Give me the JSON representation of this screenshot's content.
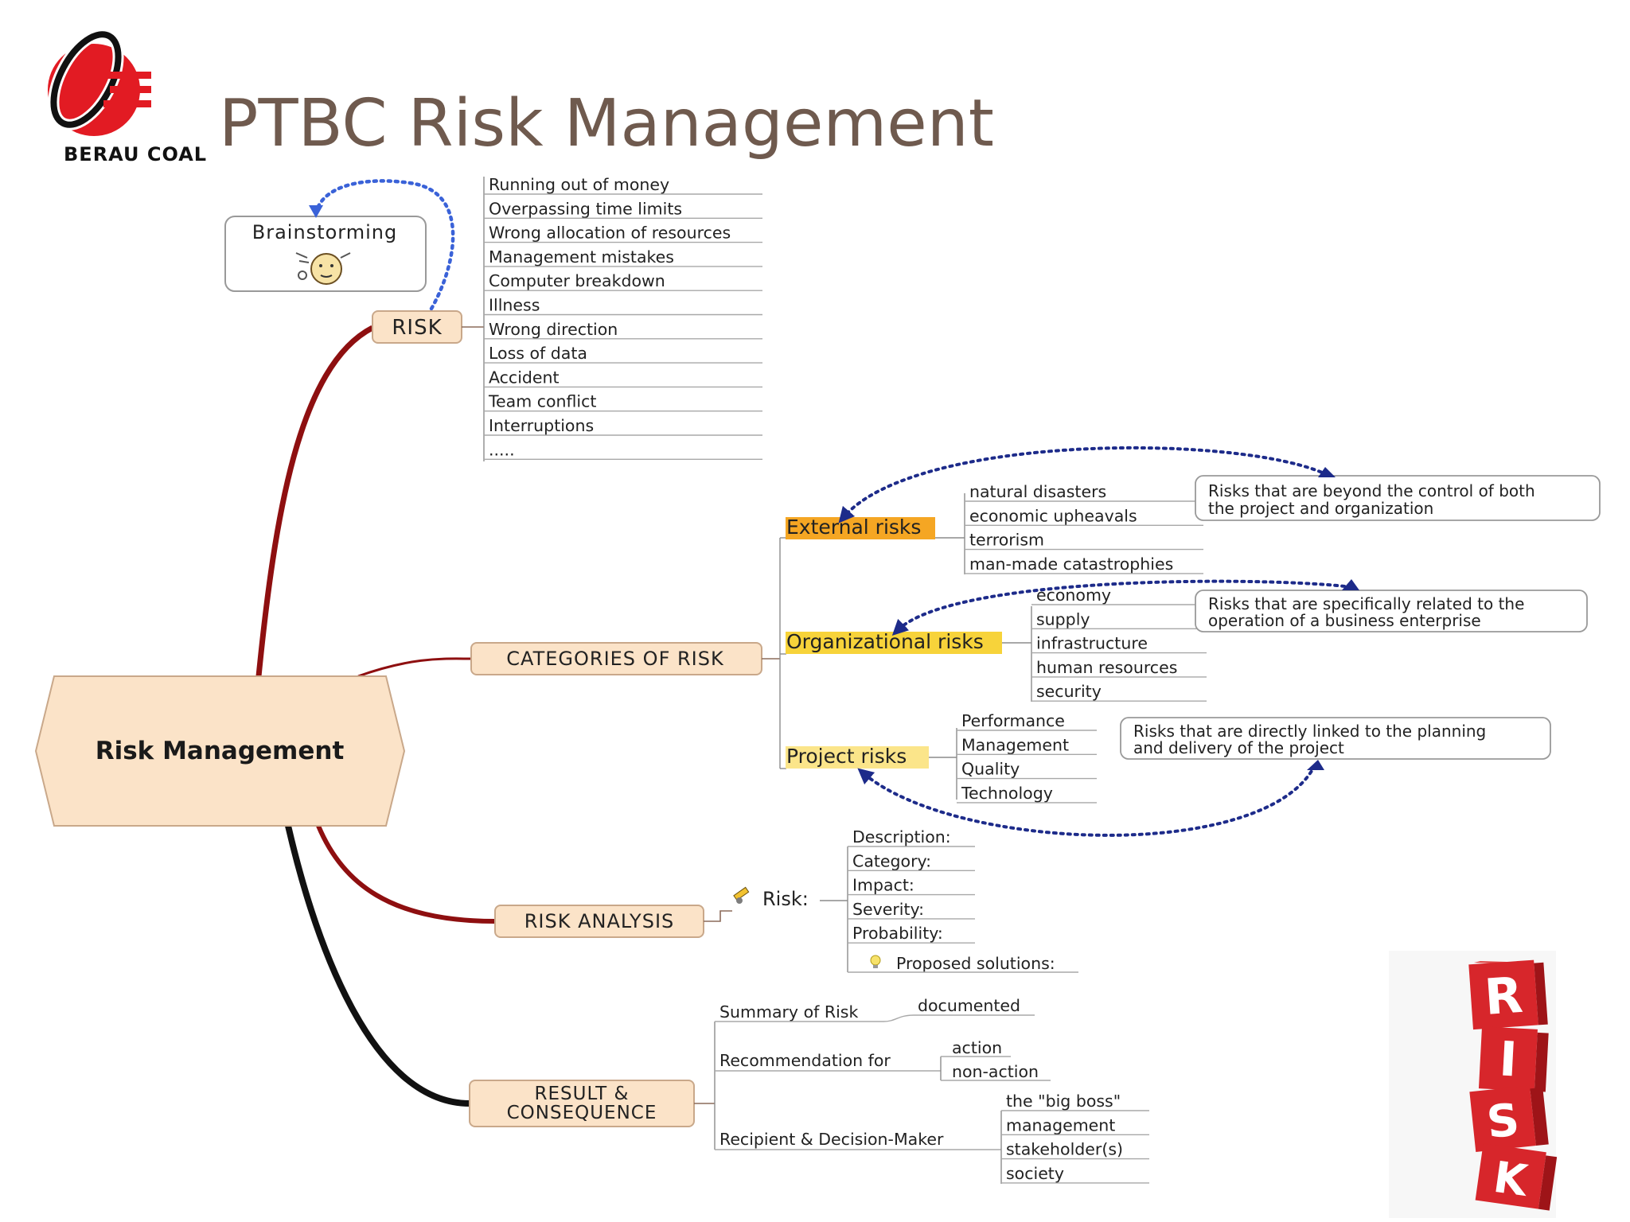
{
  "slide": {
    "title": "PTBC Risk Management",
    "logo_text": "BERAU COAL",
    "colors": {
      "title": "#6f5a4e",
      "logo_red": "#e21b23",
      "branch_dark_red": "#8e0f10",
      "box_fill": "#fbe3c8",
      "external_hl": "#f5a623",
      "organizational_hl": "#f7d33a",
      "project_hl": "#fbe58a"
    }
  },
  "mindmap": {
    "center": "Risk Management",
    "brainstorm": {
      "label": "Brainstorming",
      "icon": "thinking-face-icon"
    },
    "risk": {
      "label": "RISK",
      "items": [
        "Running out of money",
        "Overpassing time limits",
        "Wrong allocation of resources",
        "Management mistakes",
        "Computer breakdown",
        "Illness",
        "Wrong direction",
        "Loss of data",
        "Accident",
        "Team conflict",
        "Interruptions",
        "....."
      ]
    },
    "categories": {
      "label": "CATEGORIES OF RISK",
      "external": {
        "label": "External risks",
        "items": [
          "natural disasters",
          "economic upheavals",
          "terrorism",
          "man-made catastrophies"
        ],
        "note": [
          "Risks that are beyond the control of both",
          "the project and organization"
        ]
      },
      "organizational": {
        "label": "Organizational risks",
        "items": [
          "economy",
          "supply",
          "infrastructure",
          "human resources",
          "security"
        ],
        "note": [
          "Risks that are specifically related to the",
          "operation of a business enterprise"
        ]
      },
      "project": {
        "label": "Project  risks",
        "items": [
          "Performance",
          "Management",
          "Quality",
          "Technology"
        ],
        "note": [
          "Risks that are directly linked to the planning",
          "and delivery of the project"
        ]
      }
    },
    "analysis": {
      "label": "RISK ANALYSIS",
      "risk_label": "Risk:",
      "items": [
        "Description:",
        "Category:",
        "Impact:",
        "Severity:",
        "Probability:"
      ],
      "proposed": "Proposed solutions:"
    },
    "result": {
      "label_line1": "RESULT &",
      "label_line2": "CONSEQUENCE",
      "summary": {
        "label": "Summary of Risk",
        "items": [
          "documented"
        ]
      },
      "recommendation": {
        "label": "Recommendation for",
        "items": [
          "action",
          "non-action"
        ]
      },
      "recipient": {
        "label": "Recipient & Decision-Maker",
        "items": [
          "the \"big boss\"",
          "management",
          "stakeholder(s)",
          "society"
        ]
      }
    },
    "cube_letters": [
      "R",
      "I",
      "S",
      "K"
    ]
  }
}
